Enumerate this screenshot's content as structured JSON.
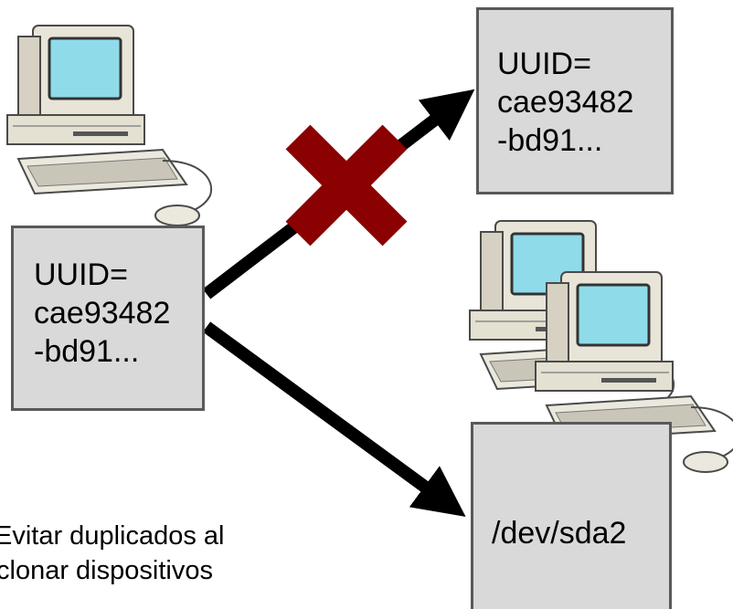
{
  "source_box": {
    "lines": [
      "UUID=",
      "cae93482",
      "-bd91..."
    ]
  },
  "target_box_top": {
    "lines": [
      "UUID=",
      "cae93482",
      "-bd91..."
    ]
  },
  "target_box_bottom": {
    "text": "/dev/sda2"
  },
  "caption": {
    "line1": "Evitar duplicados al",
    "line2": "clonar dispositivos"
  },
  "colors": {
    "box_fill": "#d9d9d9",
    "box_border": "#595959",
    "arrow": "#000000",
    "cross": "#8b0000",
    "monitor_screen": "#8fdbe9",
    "computer_body": "#e8e4d8"
  },
  "icons": [
    "computer-icon",
    "computer-icon",
    "computer-icon",
    "cross-mark-icon"
  ]
}
